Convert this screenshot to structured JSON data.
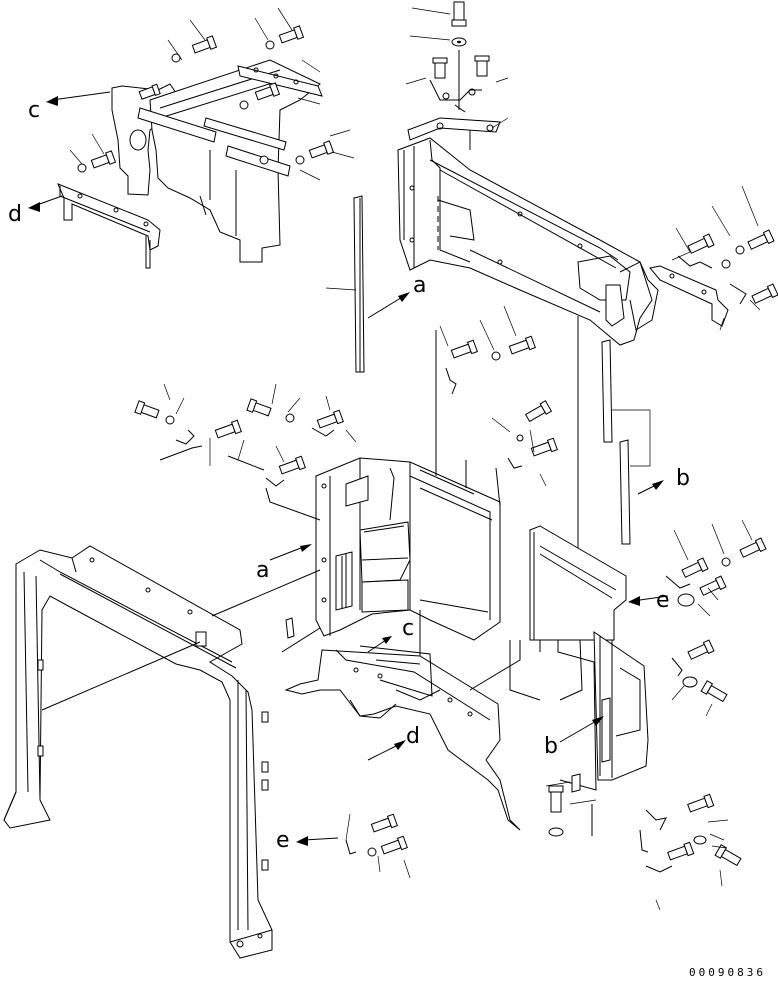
{
  "callouts": {
    "a": "a",
    "b": "b",
    "c": "c",
    "d": "d",
    "e": "e"
  },
  "drawing_code": "00090836"
}
